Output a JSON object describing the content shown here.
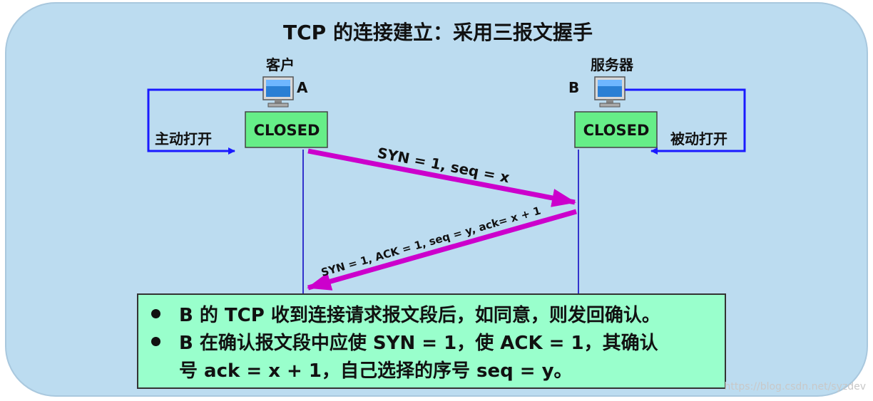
{
  "title": "TCP 的连接建立：采用三报文握手",
  "client": {
    "role_label": "客户",
    "letter": "A",
    "state": "CLOSED",
    "open_label": "主动打开"
  },
  "server": {
    "role_label": "服务器",
    "letter": "B",
    "state": "CLOSED",
    "open_label": "被动打开"
  },
  "messages": [
    {
      "text": "SYN = 1, seq = x"
    },
    {
      "text": "SYN = 1, ACK = 1, seq = y, ack= x + 1"
    }
  ],
  "notes": [
    "B 的 TCP 收到连接请求报文段后，如同意，则发回确认。",
    "B 在确认报文段中应使 SYN = 1，使 ACK = 1，其确认",
    "号 ack = x + 1，自己选择的序号 seq = y。"
  ],
  "watermark": "https://blog.csdn.net/syzdev",
  "colors": {
    "background_panel": "#bcdcf0",
    "state_box": "#66ee88",
    "note_box": "#99ffcc",
    "message_arrow": "#cc00cc",
    "open_arrow": "#1a1aff",
    "lifeline": "#3333cc"
  }
}
